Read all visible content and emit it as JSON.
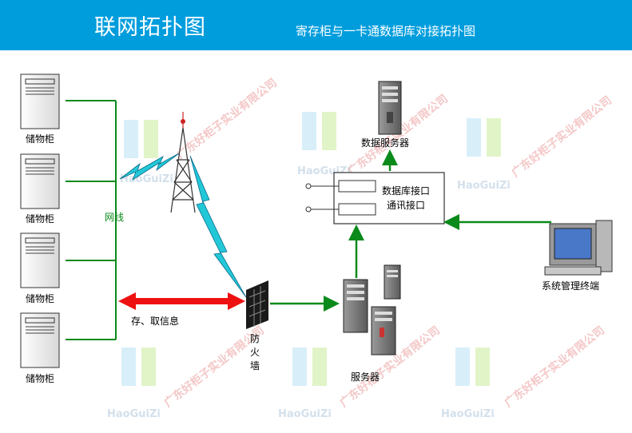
{
  "header": {
    "title": "联网拓扑图",
    "subtitle": "寄存柜与一卡通数据库对接拓扑图"
  },
  "diagram": {
    "cabinet_label": "储物柜",
    "network_label": "网线",
    "store_retrieve_label": "存、取信息",
    "firewall_label": "防火墙",
    "server_label": "服务器",
    "data_server_label": "数据服务器",
    "db_interface_label": "数据库接口",
    "comm_interface_label": "通讯接口",
    "mgmt_terminal_label": "系统管理终端"
  },
  "watermark": {
    "brand": "HaoGuiZi",
    "company": "广东好柜子实业有限公司"
  },
  "colors": {
    "header": "#009ddd",
    "link": "#0a8a1a",
    "arrow_red": "#ee1111",
    "lightning": "#22c8d8"
  }
}
